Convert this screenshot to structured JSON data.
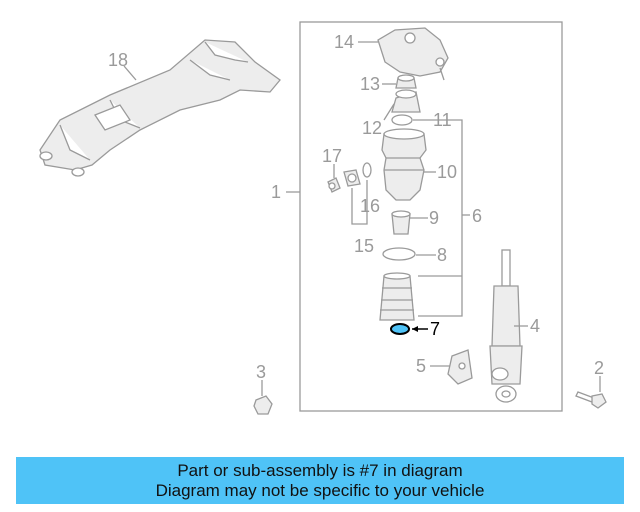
{
  "callouts": {
    "c1": "1",
    "c2": "2",
    "c3": "3",
    "c4": "4",
    "c5": "5",
    "c6": "6",
    "c7": "7",
    "c8": "8",
    "c9": "9",
    "c10": "10",
    "c11": "11",
    "c12": "12",
    "c13": "13",
    "c14": "14",
    "c15": "15",
    "c16": "16",
    "c17": "17",
    "c18": "18"
  },
  "highlighted_part": "7",
  "colors": {
    "banner": "#4fc3f7",
    "highlight": "#000000",
    "line": "#9a9a9a"
  },
  "banner": {
    "line1": "Part or sub-assembly is #7 in diagram",
    "line2": "Diagram may not be specific to your vehicle"
  }
}
